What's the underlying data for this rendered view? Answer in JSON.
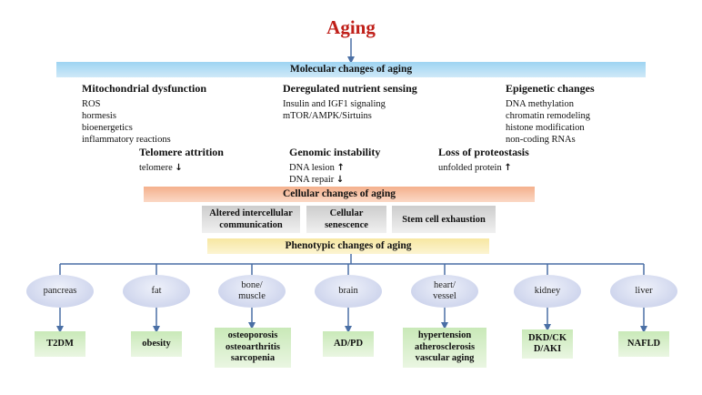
{
  "title": "Aging",
  "molecular": {
    "band": "Molecular changes of aging",
    "mito": {
      "title": "Mitochondrial dysfunction",
      "items": [
        "ROS",
        "hormesis",
        "bioenergetics",
        "inflammatory reactions"
      ]
    },
    "nutrient": {
      "title": "Deregulated nutrient sensing",
      "items": [
        "Insulin and IGF1 signaling",
        "mTOR/AMPK/Sirtuins"
      ]
    },
    "epigenetic": {
      "title": "Epigenetic changes",
      "items": [
        "DNA methylation",
        "chromatin remodeling",
        "histone modification",
        "non-coding RNAs"
      ]
    },
    "telomere": {
      "title": "Telomere attrition",
      "item": "telomere",
      "arrow": "↓"
    },
    "genomic": {
      "title": "Genomic instability",
      "item1": "DNA lesion",
      "arrow1": "↑",
      "item2": "DNA repair",
      "arrow2": "↓"
    },
    "proteostasis": {
      "title": "Loss of proteostasis",
      "item": "unfolded protein",
      "arrow": "↑"
    }
  },
  "cellular": {
    "band": "Cellular changes of aging",
    "boxes": [
      {
        "line1": "Altered intercellular",
        "line2": "communication"
      },
      {
        "line1": "Cellular",
        "line2": "senescence"
      },
      {
        "line1": "Stem cell exhaustion",
        "line2": ""
      }
    ]
  },
  "phenotypic": {
    "band": "Phenotypic changes of aging",
    "organs": [
      {
        "line1": "pancreas",
        "line2": "",
        "d1": "T2DM",
        "d2": "",
        "d3": ""
      },
      {
        "line1": "fat",
        "line2": "",
        "d1": "obesity",
        "d2": "",
        "d3": ""
      },
      {
        "line1": "bone/",
        "line2": "muscle",
        "d1": "osteoporosis",
        "d2": "osteoarthritis",
        "d3": "sarcopenia"
      },
      {
        "line1": "brain",
        "line2": "",
        "d1": "AD/PD",
        "d2": "",
        "d3": ""
      },
      {
        "line1": "heart/",
        "line2": "vessel",
        "d1": "hypertension",
        "d2": "atherosclerosis",
        "d3": "vascular aging"
      },
      {
        "line1": "kidney",
        "line2": "",
        "d1": "DKD/CK",
        "d2": "D/AKI",
        "d3": ""
      },
      {
        "line1": "liver",
        "line2": "",
        "d1": "NAFLD",
        "d2": "",
        "d3": ""
      }
    ]
  },
  "colors": {
    "title": "#c0201a",
    "arrow": "#4a6fa5"
  }
}
